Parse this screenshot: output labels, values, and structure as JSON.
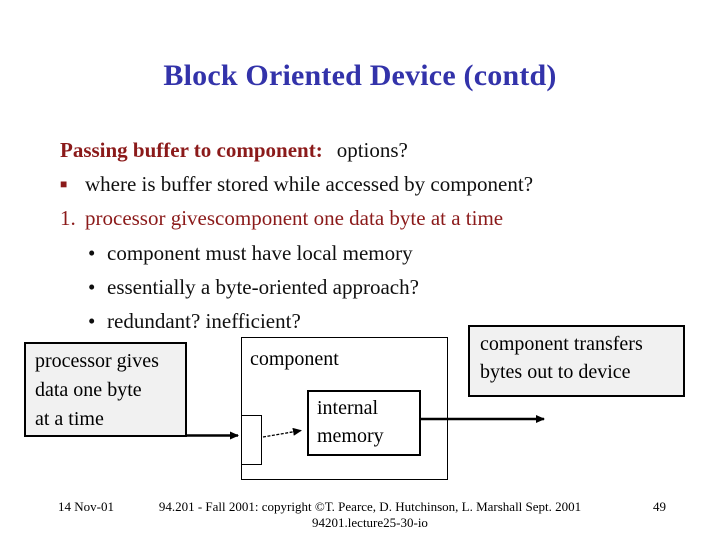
{
  "title": "Block Oriented Device (contd)",
  "bullets": {
    "square": "■",
    "round": "•"
  },
  "body": {
    "heading_red": "Passing buffer to component:",
    "heading_black": "options?",
    "bullet1": "where is buffer stored while accessed by component?",
    "numbered1_prefix": "1.",
    "numbered1_text": "processor givescomponent one data byte at a time",
    "sub_bullets": [
      "component must have local memory",
      "essentially a byte-oriented approach?",
      "redundant? inefficient?"
    ]
  },
  "diagram": {
    "left_box_lines": [
      "processor gives",
      "data one byte",
      "at a time"
    ],
    "component_label": "component",
    "memory_lines": [
      "internal",
      "memory"
    ],
    "right_box_lines": [
      "component transfers",
      "bytes out to device"
    ]
  },
  "footer": {
    "date": "14 Nov-01",
    "center_line1": "94.201 - Fall 2001: copyright ©T. Pearce, D. Hutchinson, L. Marshall Sept. 2001",
    "center_line2": "94201.lecture25-30-io",
    "page": "49"
  },
  "colors": {
    "title-blue": "#3333AA",
    "dark-red": "#8B1A1A",
    "box-gray": "#F1F1F1"
  }
}
